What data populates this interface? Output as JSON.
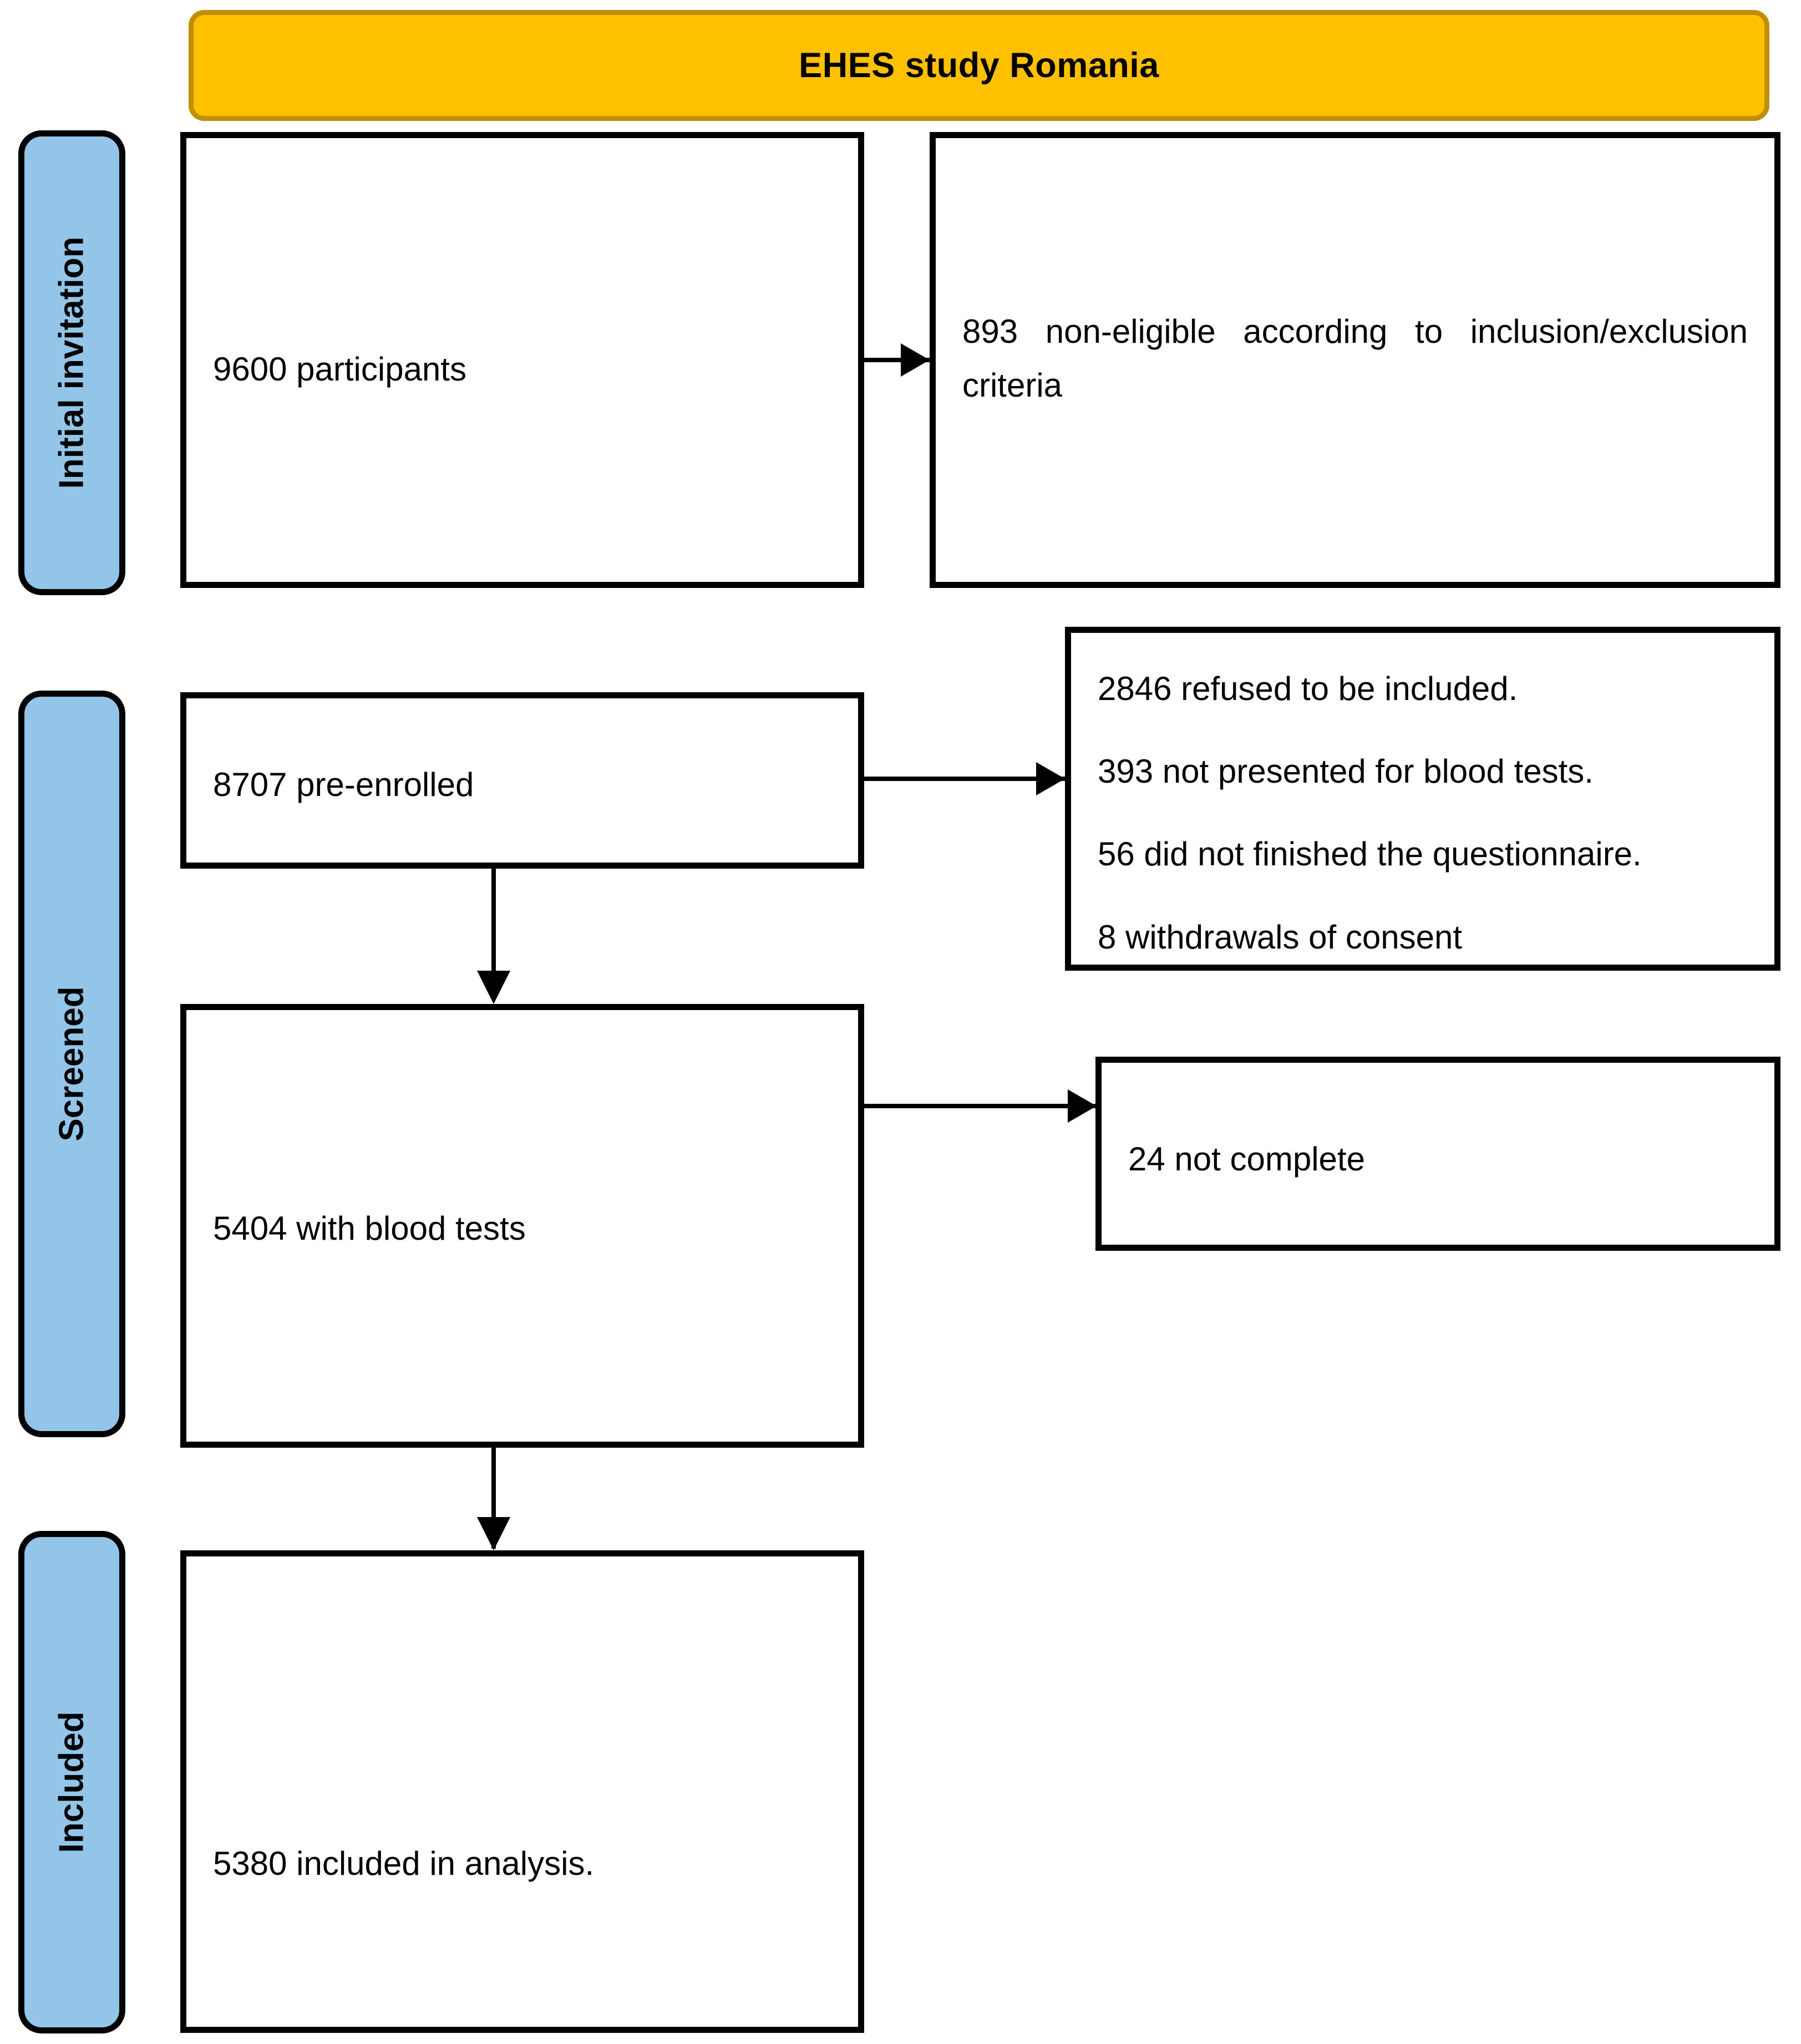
{
  "title": {
    "text": "EHES study Romania",
    "fill_color": "#FFC000",
    "border_color": "#BF8F00"
  },
  "stages": [
    {
      "id": "initial-invitation",
      "label": "Initial invitation",
      "fill_color": "#92C5E8"
    },
    {
      "id": "screened",
      "label": "Screened",
      "fill_color": "#92C5E8"
    },
    {
      "id": "included",
      "label": "Included",
      "fill_color": "#92C5E8"
    }
  ],
  "boxes": {
    "participants": {
      "text": "9600 participants"
    },
    "non_eligible": {
      "text": "893 non-eligible according to inclusion/exclusion criteria"
    },
    "pre_enrolled": {
      "text": "8707 pre-enrolled"
    },
    "exclusions": {
      "lines": [
        "2846 refused to be included.",
        "393 not presented for blood tests.",
        "56 did not finished the questionnaire.",
        "8 withdrawals of consent"
      ]
    },
    "blood_tests": {
      "text": "5404 with blood tests"
    },
    "not_complete": {
      "text": "24 not complete"
    },
    "included": {
      "text": "5380 included in analysis."
    }
  },
  "chart_data": {
    "type": "diagram",
    "title": "EHES study Romania",
    "diagram_kind": "participant-flow",
    "stages": [
      "Initial invitation",
      "Screened",
      "Included"
    ],
    "nodes": [
      {
        "id": "participants",
        "stage": "Initial invitation",
        "label": "9600 participants",
        "value": 9600
      },
      {
        "id": "non_eligible",
        "stage": "Initial invitation",
        "label": "893 non-eligible according to inclusion/exclusion criteria",
        "value": 893,
        "kind": "excluded"
      },
      {
        "id": "pre_enrolled",
        "stage": "Screened",
        "label": "8707 pre-enrolled",
        "value": 8707
      },
      {
        "id": "exclusions",
        "stage": "Screened",
        "kind": "excluded",
        "items": [
          {
            "label": "refused to be included.",
            "value": 2846
          },
          {
            "label": "not presented for blood tests.",
            "value": 393
          },
          {
            "label": "did not finished the questionnaire.",
            "value": 56
          },
          {
            "label": "withdrawals of consent",
            "value": 8
          }
        ]
      },
      {
        "id": "blood_tests",
        "stage": "Screened",
        "label": "5404 with blood tests",
        "value": 5404
      },
      {
        "id": "not_complete",
        "stage": "Screened",
        "label": "24 not complete",
        "value": 24,
        "kind": "excluded"
      },
      {
        "id": "included",
        "stage": "Included",
        "label": "5380 included in analysis.",
        "value": 5380
      }
    ],
    "edges": [
      {
        "from": "participants",
        "to": "non_eligible",
        "direction": "right"
      },
      {
        "from": "pre_enrolled",
        "to": "exclusions",
        "direction": "right"
      },
      {
        "from": "pre_enrolled",
        "to": "blood_tests",
        "direction": "down"
      },
      {
        "from": "blood_tests",
        "to": "not_complete",
        "direction": "right"
      },
      {
        "from": "blood_tests",
        "to": "included",
        "direction": "down"
      }
    ]
  }
}
